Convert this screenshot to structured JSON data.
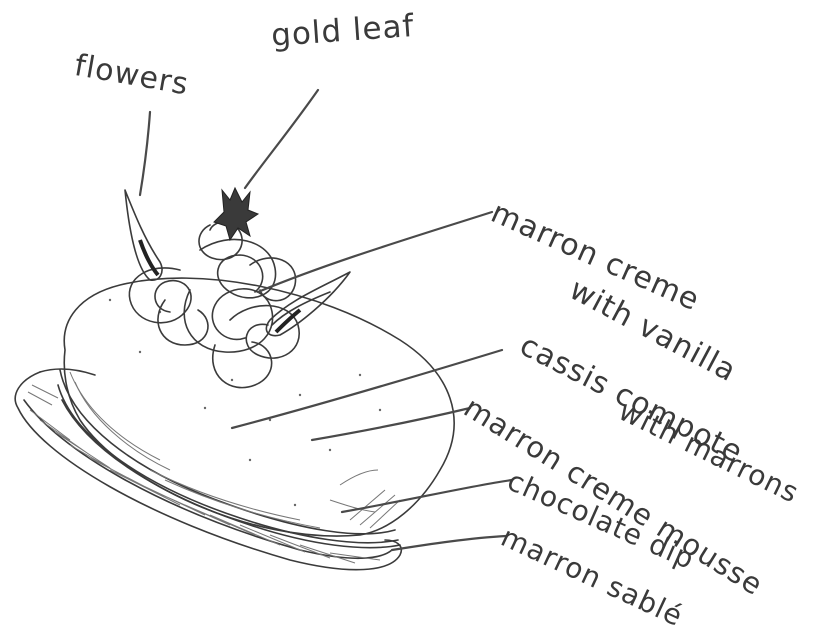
{
  "labels": {
    "flowers": "flowers",
    "gold_leaf": "gold leaf",
    "marron_creme_1": "marron creme",
    "marron_creme_2": "with vanilla",
    "cassis_1": "cassis compote",
    "cassis_2": "with marrons",
    "mousse": "marron creme mousse",
    "chocolate": "chocolate dip",
    "sable": "marron sablé"
  },
  "colors": {
    "ink": "#3a3a3a",
    "paper": "#ffffff"
  }
}
